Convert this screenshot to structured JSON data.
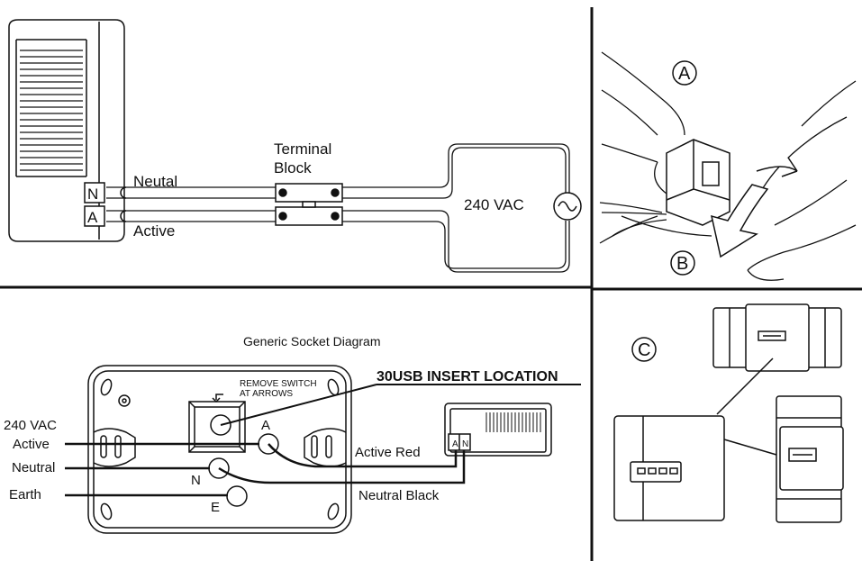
{
  "top_diagram": {
    "terminal_n": "N",
    "terminal_a": "A",
    "neutral_label": "Neutal",
    "active_label": "Active",
    "terminal_block_line1": "Terminal",
    "terminal_block_line2": "Block",
    "supply_label": "240 VAC"
  },
  "socket_diagram": {
    "title": "Generic Socket Diagram",
    "remove_switch_line1": "REMOVE SWITCH",
    "remove_switch_line2": "AT ARROWS",
    "insert_location": "30USB INSERT LOCATION",
    "supply_label": "240 VAC",
    "active_label": "Active",
    "neutral_label": "Neutral",
    "earth_label": "Earth",
    "pin_a": "A",
    "pin_n": "N",
    "pin_e": "E",
    "active_wire": "Active Red",
    "neutral_wire": "Neutral Black",
    "insert_terminal_a": "A",
    "insert_terminal_n": "N"
  },
  "steps": {
    "a": "A",
    "b": "B",
    "c": "C"
  }
}
